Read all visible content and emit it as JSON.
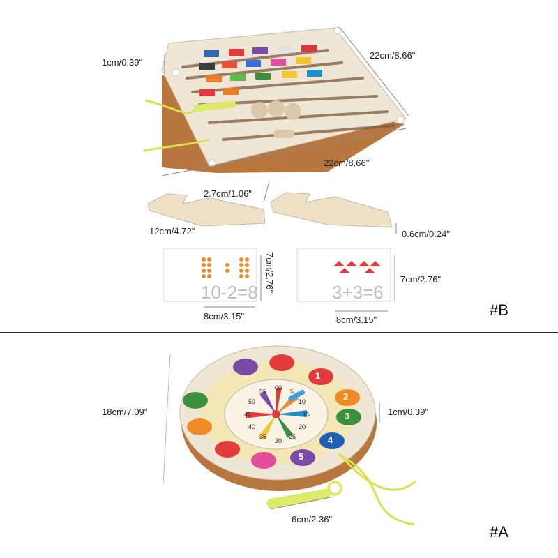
{
  "section_b": {
    "tag": "#B",
    "dims": {
      "board_depth": "1cm/0.39\"",
      "board_side_right": "22cm/8.66\"",
      "board_side_bottom": "22cm/8.66\"",
      "pen_width": "2.7cm/1.06\"",
      "pen_length": "12cm/4.72\"",
      "pen_thickness": "0.6cm/0.24\"",
      "card1_height": "7cm/2.76\"",
      "card1_width": "8cm/3.15\"",
      "card2_height": "7cm/2.76\"",
      "card2_width": "8cm/3.15\""
    },
    "cards": {
      "card1_equation": "10-2=8",
      "card2_equation": "3+3=6"
    }
  },
  "section_a": {
    "tag": "#A",
    "dims": {
      "diameter": "18cm/7.09\"",
      "depth": "1cm/0.39\"",
      "pen_length": "6cm/2.36\""
    },
    "clock_numbers": [
      "1",
      "2",
      "3",
      "4",
      "5"
    ],
    "dial_numbers": [
      "55",
      "00",
      "5",
      "10",
      "15",
      "20",
      "25",
      "30",
      "35",
      "40",
      "45",
      "50"
    ]
  },
  "colors": {
    "wood": "#efe3cf",
    "wood_edge": "#b8773f",
    "yellow_cord": "#d8e24a",
    "divider": "#333333"
  }
}
